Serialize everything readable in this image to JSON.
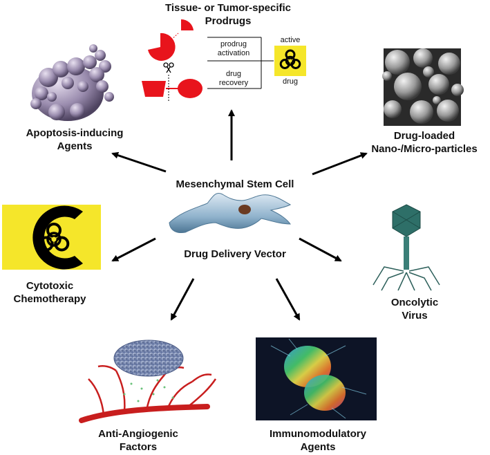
{
  "center": {
    "title": "Mesenchymal Stem Cell",
    "subtitle": "Drug Delivery Vector"
  },
  "nodes": {
    "prodrugs": {
      "line1": "Tissue- or Tumor-specific",
      "line2": "Prodrugs"
    },
    "apoptosis": {
      "line1": "Apoptosis-inducing",
      "line2": "Agents"
    },
    "particles": {
      "line1": "Drug-loaded",
      "line2": "Nano-/Micro-particles"
    },
    "chemo": {
      "line1": "Cytotoxic",
      "line2": "Chemotherapy"
    },
    "virus": {
      "line1": "Oncolytic",
      "line2": "Virus"
    },
    "angio": {
      "line1": "Anti-Angiogenic",
      "line2": "Factors"
    },
    "immuno": {
      "line1": "Immunomodulatory",
      "line2": "Agents"
    }
  },
  "prodrug_panel": {
    "activation_line1": "prodrug",
    "activation_line2": "activation",
    "recovery_line1": "drug",
    "recovery_line2": "recovery",
    "active_label": "active",
    "drug_label": "drug"
  },
  "colors": {
    "prodrug_red": "#e8141c",
    "biohazard_yellow": "#f5e62a",
    "arrow": "#000000",
    "cell_blue": "#8fb2cc",
    "vessel_red": "#c81e1e"
  },
  "icons": [
    "biohazard-icon",
    "scissors-icon",
    "stem-cell-icon",
    "virus-icon",
    "tumor-cell-icon"
  ]
}
